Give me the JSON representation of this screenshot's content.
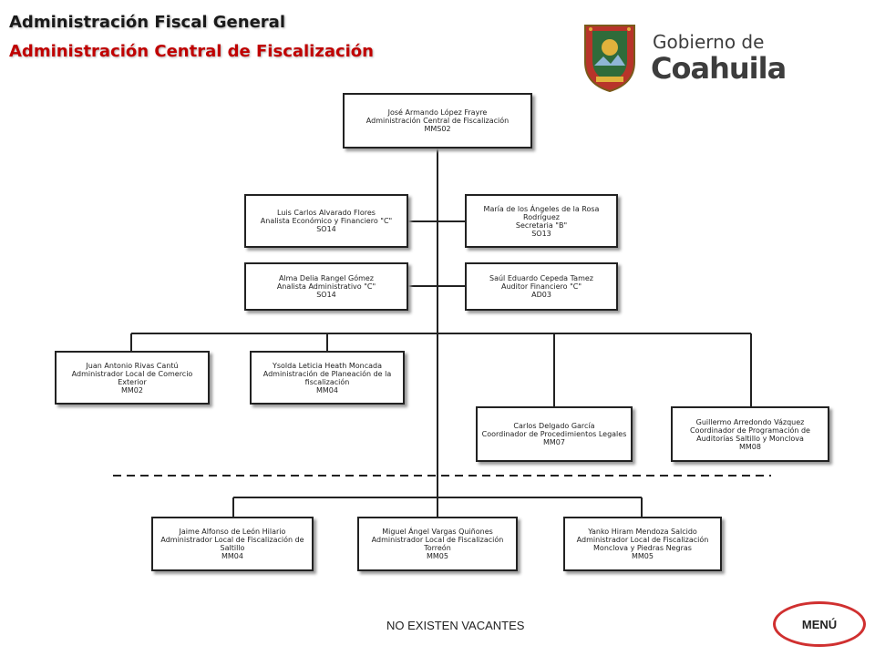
{
  "header": {
    "title": "Administración Fiscal General",
    "subtitle": "Administración Central de Fiscalización"
  },
  "logo": {
    "line1": "Gobierno de",
    "line2": "Coahuila"
  },
  "org_chart": {
    "head": {
      "name": "José Armando López Frayre",
      "role": "Administración Central de Fiscalización",
      "code": "MMS02"
    },
    "staff_left_1": {
      "name": "Luis Carlos Alvarado Flores",
      "role": "Analista Económico y Financiero \"C\"",
      "code": "SO14"
    },
    "staff_right_1": {
      "name": "María de los Ángeles de la Rosa Rodríguez",
      "role": "Secretaria \"B\"",
      "code": "SO13"
    },
    "staff_left_2": {
      "name": "Alma Delia Rangel Gómez",
      "role": "Analista Administrativo \"C\"",
      "code": "SO14"
    },
    "staff_right_2": {
      "name": "Saúl Eduardo Cepeda Tamez",
      "role": "Auditor Financiero \"C\"",
      "code": "AD03"
    },
    "level2": [
      {
        "name": "Juan Antonio Rivas Cantú",
        "role": "Administrador Local de Comercio Exterior",
        "code": "MM02"
      },
      {
        "name": "Ysolda Leticia Heath Moncada",
        "role": "Administración de Planeación de la fiscalización",
        "code": "MM04"
      },
      {
        "name": "Carlos Delgado García",
        "role": "Coordinador de Procedimientos Legales",
        "code": "MM07"
      },
      {
        "name": "Guillermo Arredondo Vázquez",
        "role": "Coordinador de Programación de Auditorías Saltillo y Monclova",
        "code": "MM08"
      }
    ],
    "level3": [
      {
        "name": "Jaime Alfonso de León Hilario",
        "role": "Administrador Local de Fiscalización de Saltillo",
        "code": "MM04"
      },
      {
        "name": "Miguel Ángel Vargas Quiñones",
        "role": "Administrador Local de Fiscalización Torreón",
        "code": "MM05"
      },
      {
        "name": "Yanko Hiram Mendoza Salcido",
        "role": "Administrador Local de Fiscalización Monclova y Piedras Negras",
        "code": "MM05"
      }
    ]
  },
  "footer": {
    "vacancies": "NO EXISTEN VACANTES",
    "menu_label": "MENÚ"
  }
}
